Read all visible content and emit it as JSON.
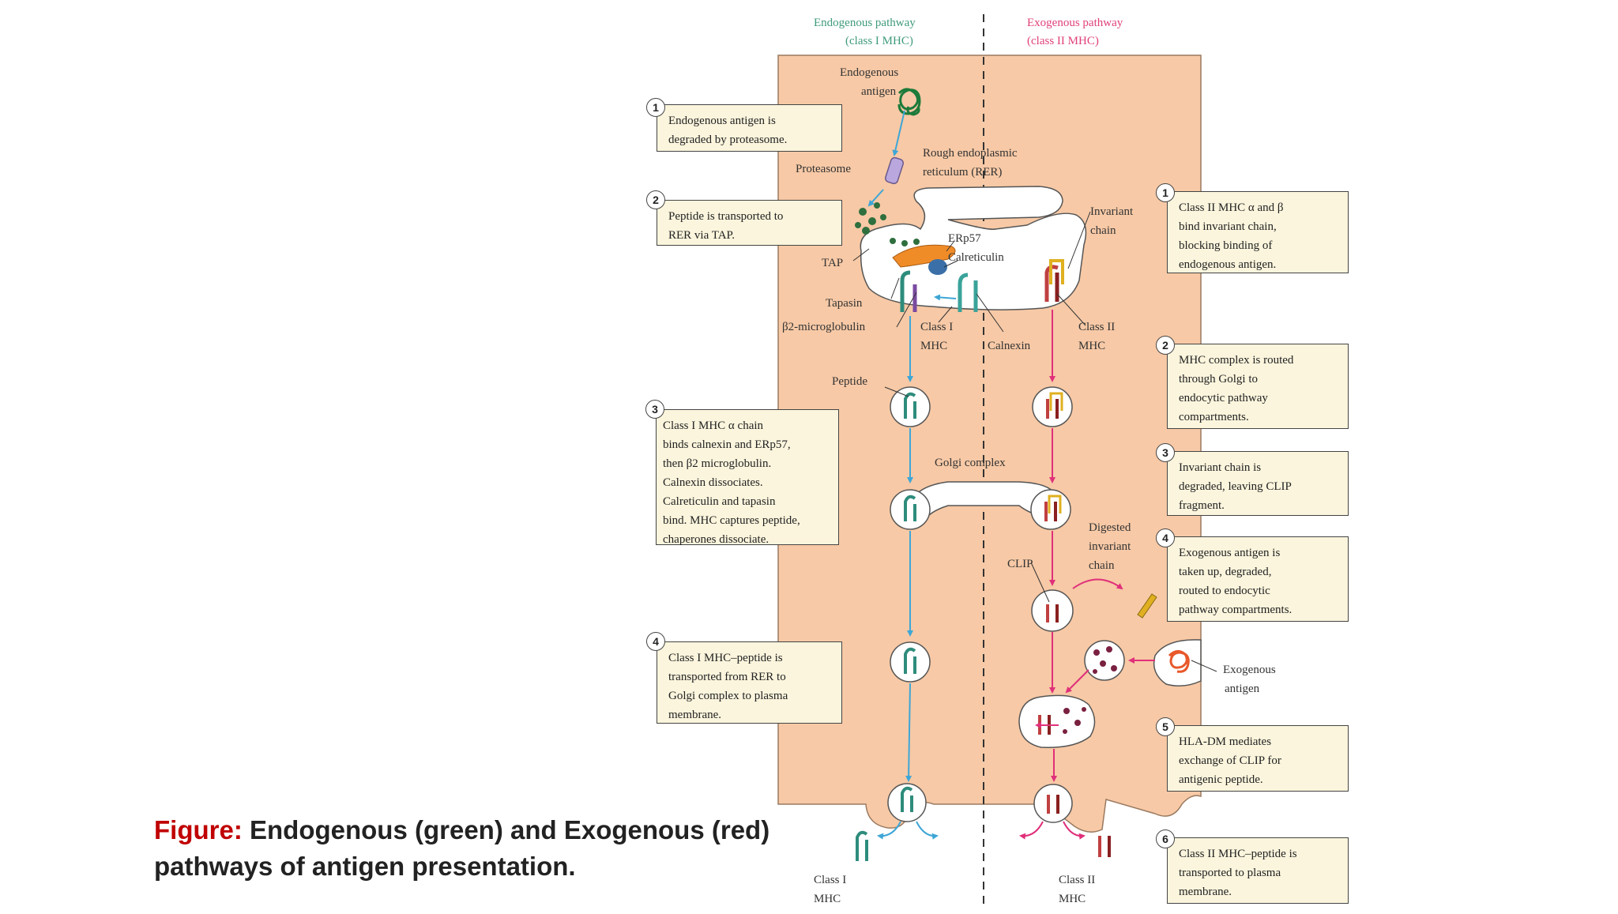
{
  "header": {
    "endogenous_title": "Endogenous pathway",
    "endogenous_sub": "(class I MHC)",
    "exogenous_title": "Exogenous pathway",
    "exogenous_sub": "(class II MHC)"
  },
  "labels": {
    "endogenous_antigen_1": "Endogenous",
    "endogenous_antigen_2": "antigen",
    "proteasome": "Proteasome",
    "rer_1": "Rough endoplasmic",
    "rer_2": "reticulum (RER)",
    "tap": "TAP",
    "erp57": "ERp57",
    "calreticulin": "Calreticulin",
    "invariant_chain_1": "Invariant",
    "invariant_chain_2": "chain",
    "tapasin": "Tapasin",
    "b2_microglobulin": "β2-microglobulin",
    "class1_mhc_1": "Class I",
    "class1_mhc_2": "MHC",
    "calnexin": "Calnexin",
    "class2_mhc_1": "Class II",
    "class2_mhc_2": "MHC",
    "peptide": "Peptide",
    "golgi": "Golgi complex",
    "digested_1": "Digested",
    "digested_2": "invariant",
    "digested_3": "chain",
    "clip": "CLIP",
    "exogenous_antigen_1": "Exogenous",
    "exogenous_antigen_2": "antigen",
    "bottom_class1_1": "Class I",
    "bottom_class1_2": "MHC",
    "bottom_class2_1": "Class II",
    "bottom_class2_2": "MHC"
  },
  "left_steps": [
    {
      "number": "1",
      "text": "Endogenous antigen is\ndegraded by proteasome."
    },
    {
      "number": "2",
      "text": "Peptide is transported to\nRER via TAP."
    },
    {
      "number": "3",
      "text": "Class I MHC α chain\nbinds calnexin and ERp57,\nthen β2 microglobulin.\nCalnexin dissociates.\nCalreticulin and tapasin\nbind. MHC captures peptide,\nchaperones dissociate."
    },
    {
      "number": "4",
      "text": "Class I MHC–peptide is\ntransported from RER to\nGolgi complex to plasma\nmembrane."
    }
  ],
  "right_steps": [
    {
      "number": "1",
      "text": "Class II MHC α and β\nbind invariant chain,\nblocking binding of\nendogenous antigen."
    },
    {
      "number": "2",
      "text": "MHC complex is routed\nthrough Golgi to\nendocytic pathway\ncompartments."
    },
    {
      "number": "3",
      "text": "Invariant chain is\ndegraded, leaving CLIP\nfragment."
    },
    {
      "number": "4",
      "text": "Exogenous antigen is\ntaken up, degraded,\nrouted to endocytic\npathway compartments."
    },
    {
      "number": "5",
      "text": "HLA-DM mediates\nexchange of CLIP for\nantigenic peptide."
    },
    {
      "number": "6",
      "text": "Class II MHC–peptide is\ntransported to plasma\nmembrane."
    }
  ],
  "caption": {
    "lead": "Figure:",
    "text": " Endogenous (green) and Exogenous (red) pathways of antigen presentation."
  },
  "colors": {
    "cell": "#f7c9a6",
    "endogenous_title": "#3f9a7a",
    "exogenous_title": "#e0407a",
    "class1_arrow": "#3ea6d6",
    "class2_arrow": "#e0307a",
    "caption_lead": "#c00000"
  }
}
